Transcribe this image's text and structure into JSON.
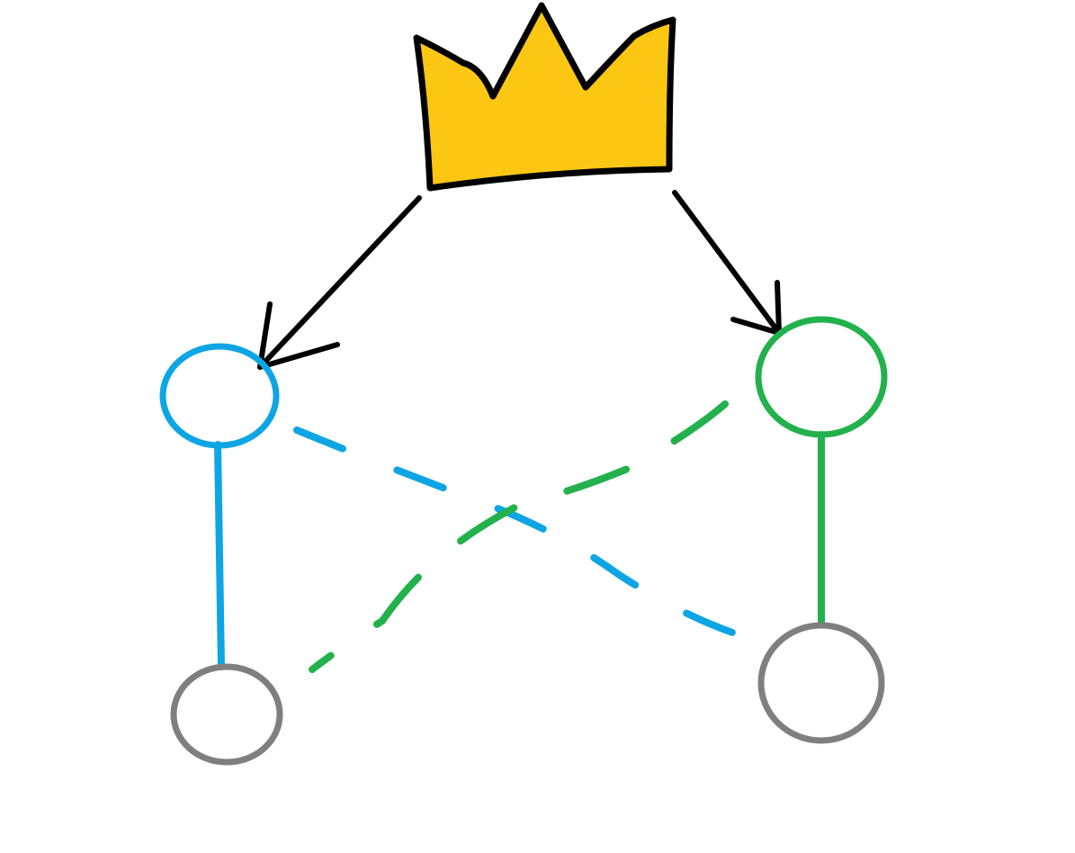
{
  "colors": {
    "background": "#ffffff",
    "crown_fill": "#fcc712",
    "outline": "#000000",
    "blue": "#0ea5e4",
    "green": "#22b14c",
    "gray": "#7f7f7f"
  },
  "icons": {
    "crown": "crown-icon"
  },
  "nodes": [
    {
      "name": "blue-node",
      "color": "blue"
    },
    {
      "name": "green-node",
      "color": "green"
    },
    {
      "name": "gray-node-left",
      "color": "gray"
    },
    {
      "name": "gray-node-right",
      "color": "gray"
    }
  ],
  "edges": {
    "arrows": [
      {
        "from": "crown",
        "to": "blue-node"
      },
      {
        "from": "crown",
        "to": "green-node"
      }
    ],
    "solid": [
      {
        "from": "blue-node",
        "to": "gray-node-left",
        "color": "blue"
      },
      {
        "from": "green-node",
        "to": "gray-node-right",
        "color": "green"
      }
    ],
    "dashed": [
      {
        "from": "blue-node",
        "to": "gray-node-right",
        "color": "blue"
      },
      {
        "from": "green-node",
        "to": "gray-node-left",
        "color": "green"
      }
    ]
  }
}
